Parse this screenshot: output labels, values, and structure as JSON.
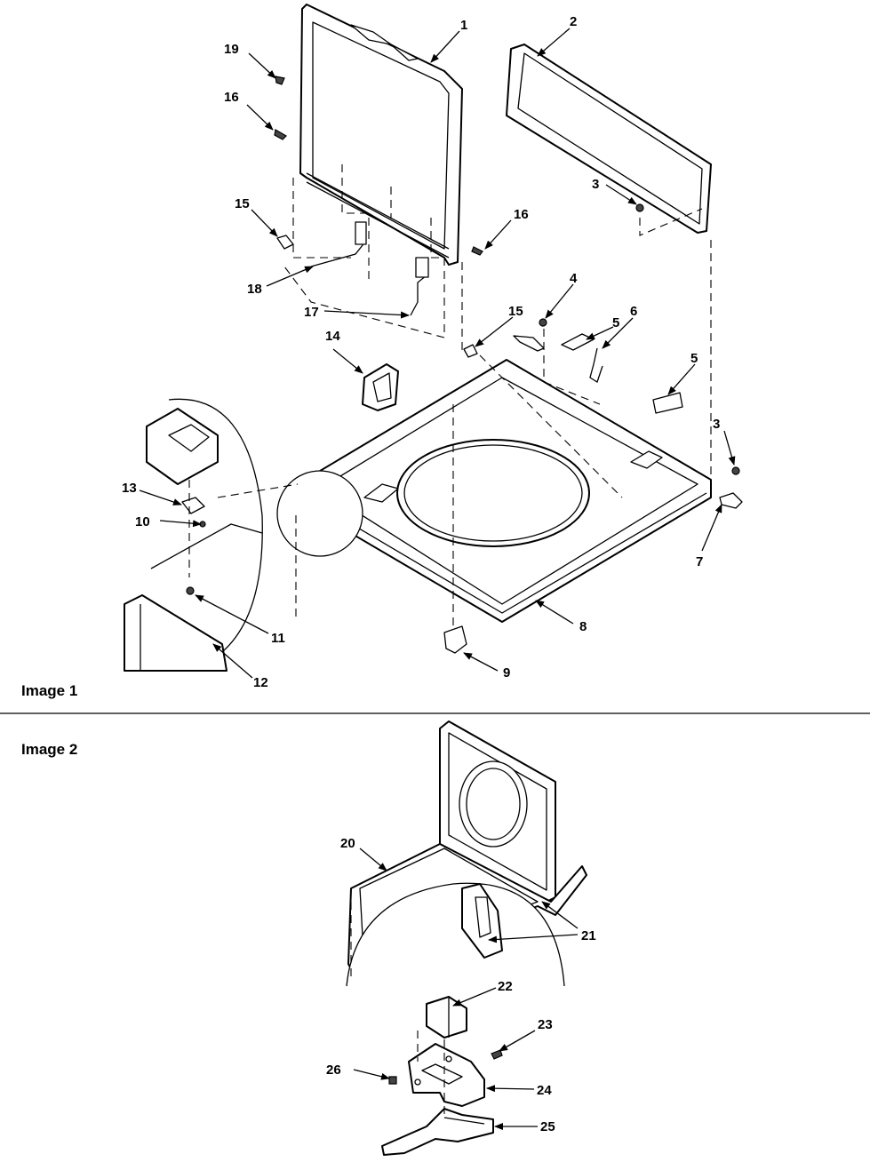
{
  "sections": [
    {
      "label": "Image 1"
    },
    {
      "label": "Image 2"
    }
  ],
  "callouts": [
    "1",
    "2",
    "3",
    "4",
    "5",
    "6",
    "7",
    "8",
    "9",
    "10",
    "11",
    "12",
    "13",
    "14",
    "15",
    "16",
    "17",
    "18",
    "19",
    "20",
    "21",
    "22",
    "23",
    "24",
    "25",
    "26"
  ]
}
